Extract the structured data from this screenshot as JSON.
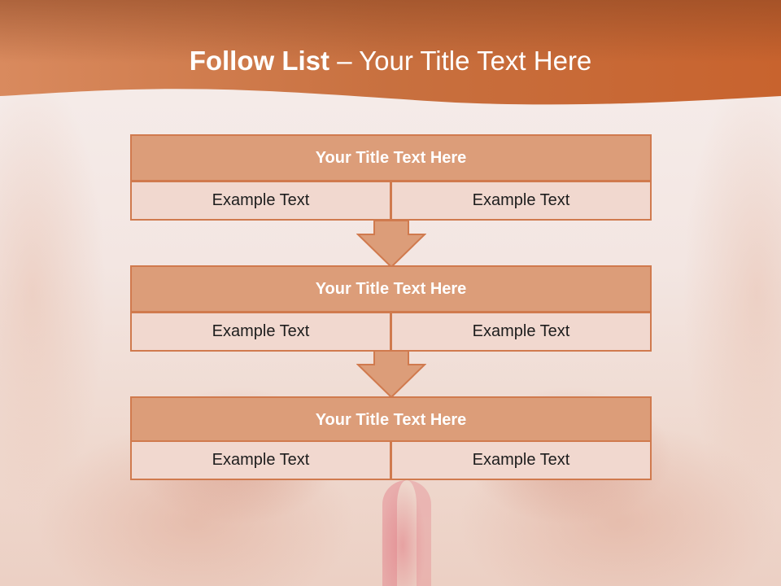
{
  "slide": {
    "title_bold": "Follow List",
    "title_rest": " – Your Title Text Here"
  },
  "blocks": [
    {
      "title": "Your Title Text Here",
      "left": "Example Text",
      "right": "Example Text"
    },
    {
      "title": "Your Title Text Here",
      "left": "Example Text",
      "right": "Example Text"
    },
    {
      "title": "Your Title Text Here",
      "left": "Example Text",
      "right": "Example Text"
    }
  ],
  "colors": {
    "header": "#c9683a",
    "block_title": "#dc9d79",
    "block_cell": "#f1d8cf",
    "border": "#d07a4e"
  },
  "icons": [
    "down-arrow-icon"
  ]
}
